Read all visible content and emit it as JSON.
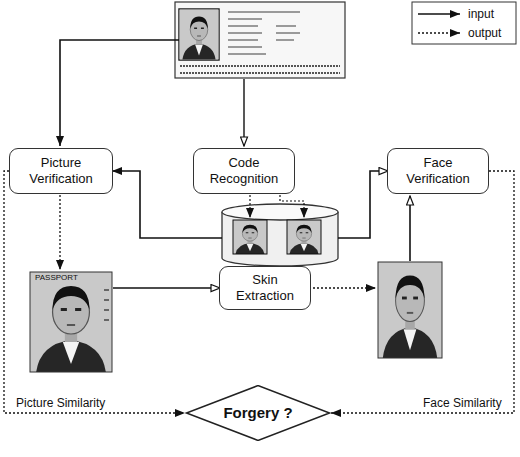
{
  "diagram": {
    "nodes": [
      {
        "text": [
          "Picture Verification"
        ]
      },
      {
        "text": [
          "Code Recognition"
        ]
      },
      {
        "text": [
          "Face Verification"
        ]
      },
      {
        "text": [
          "Skin Extraction"
        ]
      },
      {
        "text": [
          "Forgery ?"
        ]
      }
    ],
    "edges": [
      {
        "from": 0,
        "to": 4,
        "arrow": "to",
        "label": "Picture Similarity"
      },
      {
        "from": 2,
        "to": 4,
        "arrow": "to",
        "label": "Face Similarity"
      }
    ],
    "labels": [
      "PASSPORT"
    ],
    "legend": [
      {
        "text": "input"
      },
      {
        "text": "output"
      }
    ]
  }
}
